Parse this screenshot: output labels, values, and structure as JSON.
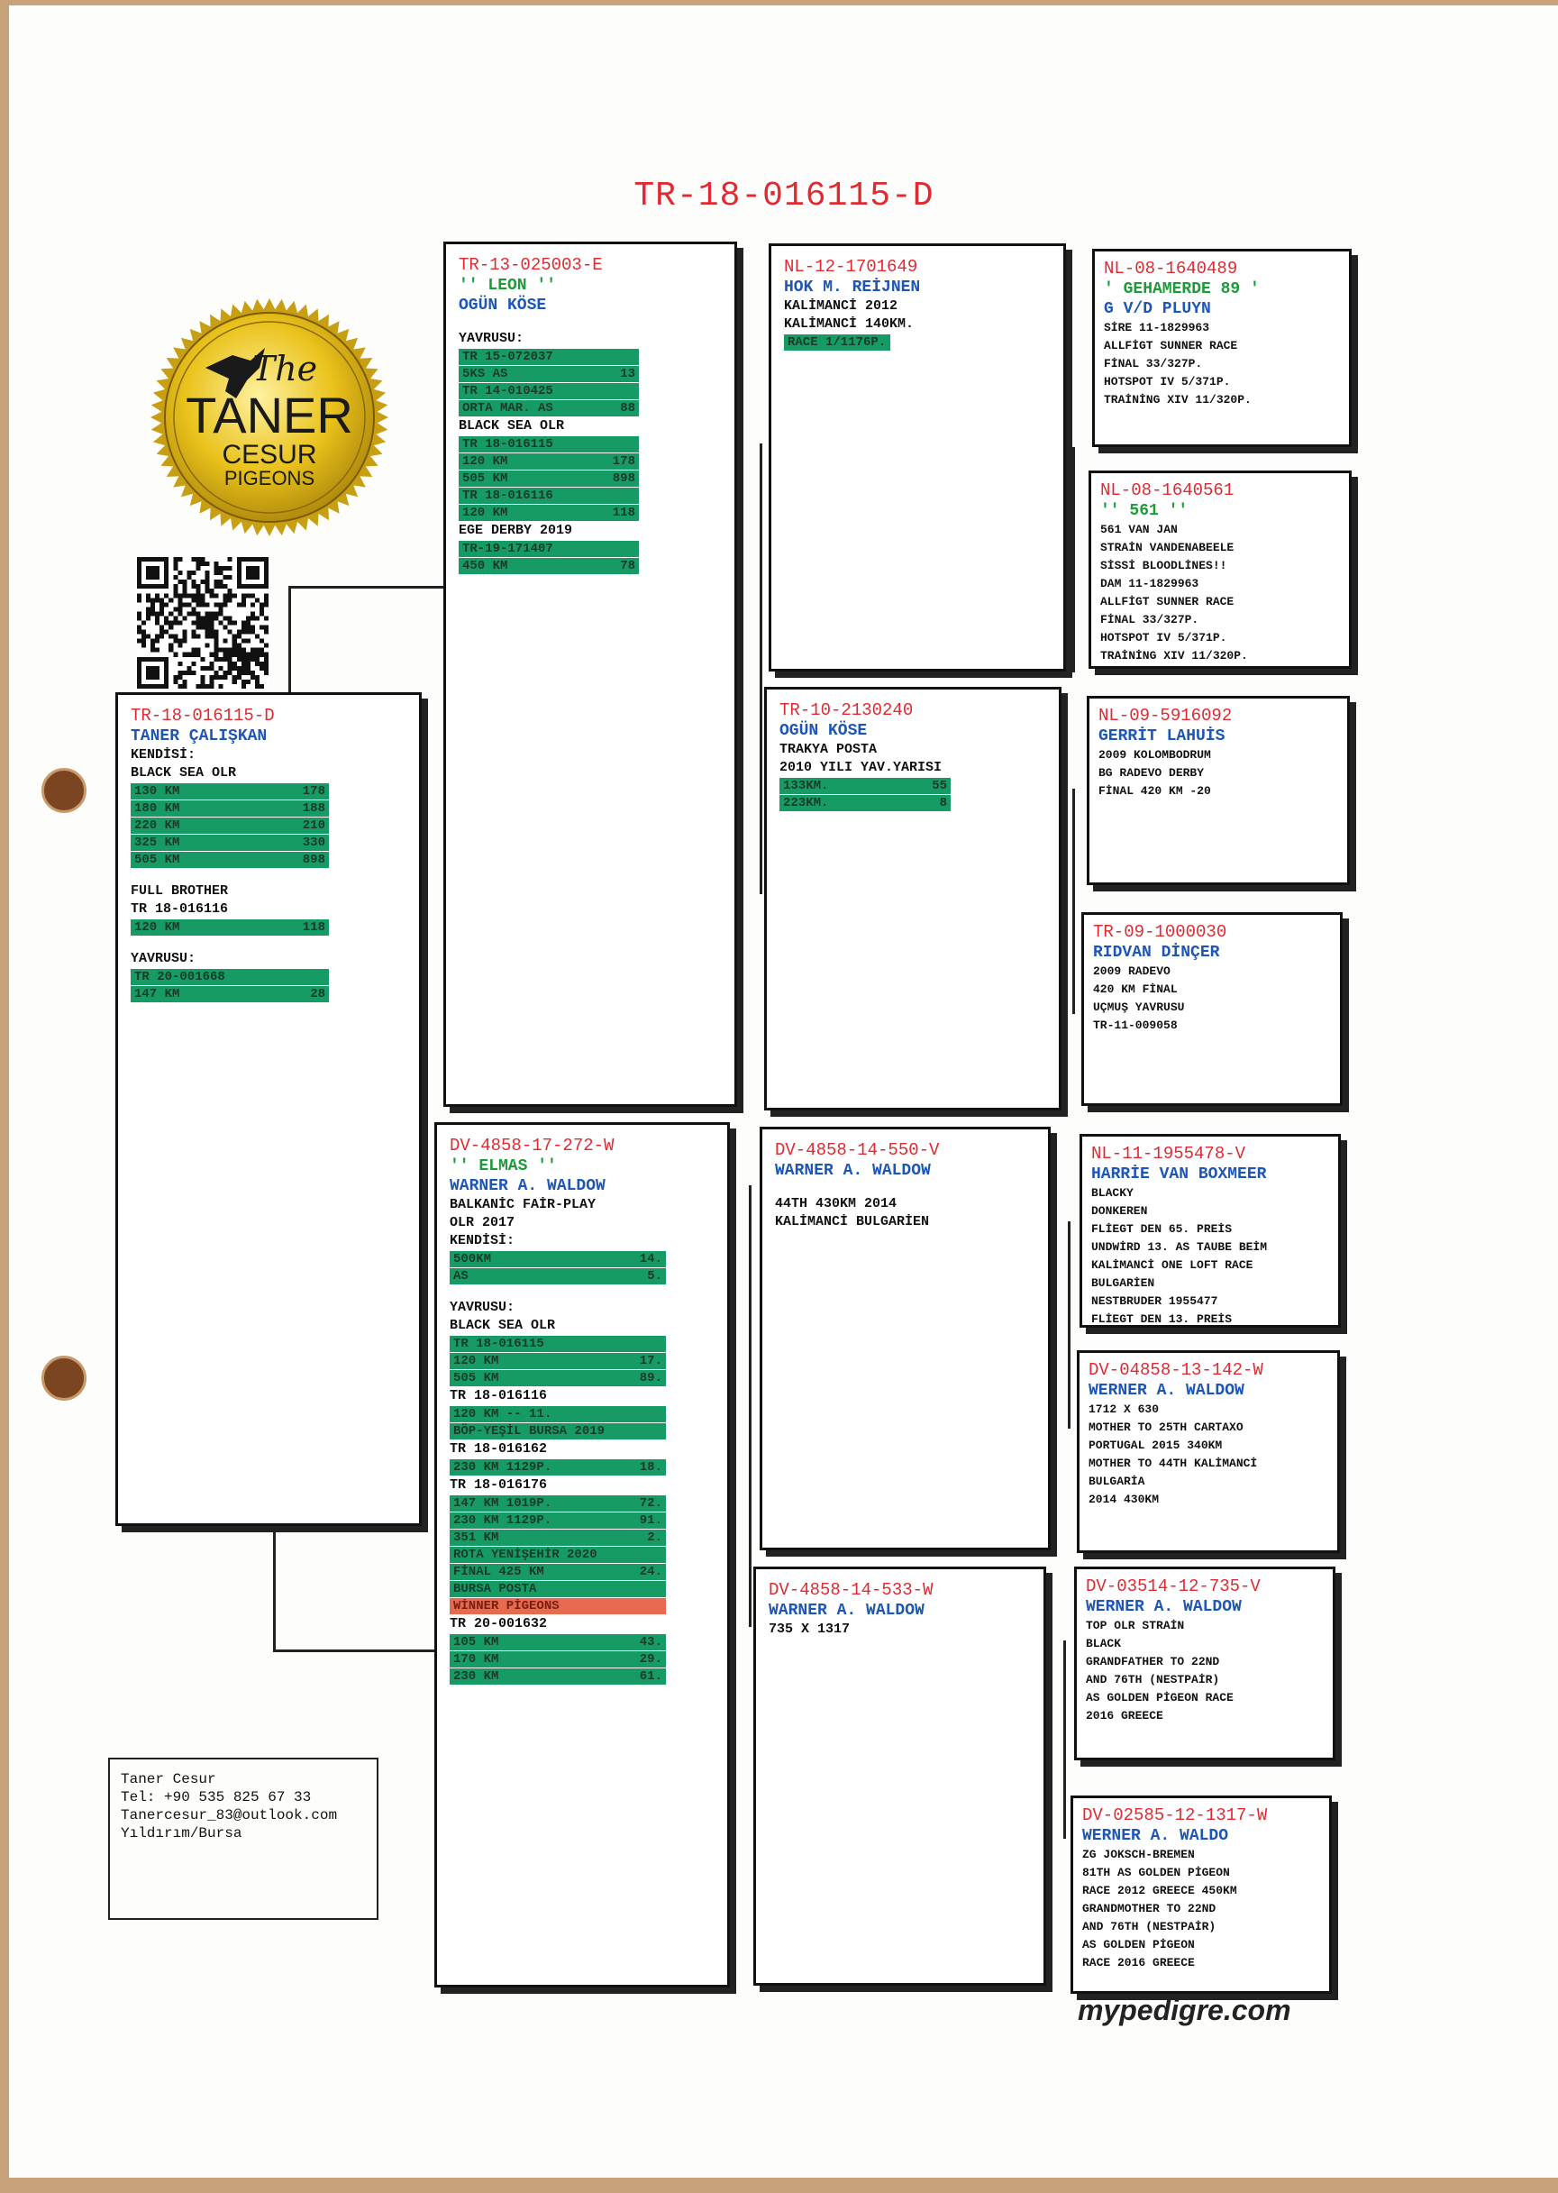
{
  "title": "TR-18-016115-D",
  "logo": {
    "line1": "The",
    "line2": "TANER",
    "line3": "CESUR",
    "line4": "PIGEONS",
    "color": "#e9c21b"
  },
  "contact": {
    "name": "Taner Cesur",
    "tel": "Tel: +90 535 825 67 33",
    "email": "Tanercesur_83@outlook.com",
    "city": "Yıldırım/Bursa"
  },
  "footer": "mypedigre.com",
  "subject": {
    "ring": "TR-18-016115-D",
    "owner": "TANER ÇALIŞKAN",
    "lines": [
      "KENDİSİ:",
      "BLACK SEA OLR"
    ],
    "results": [
      [
        "130 KM",
        "178"
      ],
      [
        "180 KM",
        "188"
      ],
      [
        "220 KM",
        "210"
      ],
      [
        "325 KM",
        "330"
      ],
      [
        "505 KM",
        "898"
      ]
    ],
    "brother_label": "FULL BROTHER",
    "brother_ring": "TR 18-016116",
    "brother_results": [
      [
        "120 KM",
        "118"
      ]
    ],
    "child_label": "YAVRUSU:",
    "child_ring": "TR 20-001668",
    "child_results": [
      [
        "147 KM",
        "28"
      ]
    ]
  },
  "sire": {
    "ring": "TR-13-025003-E",
    "nick": "'' LEON ''",
    "owner": "OGÜN KÖSE",
    "label": "YAVRUSU:",
    "rows": [
      {
        "t": "bar",
        "a": "TR 15-072037",
        "b": ""
      },
      {
        "t": "bar",
        "a": "5KS AS",
        "b": "13"
      },
      {
        "t": "bar",
        "a": "TR 14-010425",
        "b": ""
      },
      {
        "t": "bar",
        "a": "ORTA MAR. AS",
        "b": "88"
      },
      {
        "t": "ln",
        "a": "BLACK SEA OLR"
      },
      {
        "t": "bar",
        "a": "TR 18-016115",
        "b": ""
      },
      {
        "t": "bar",
        "a": "120 KM",
        "b": "178"
      },
      {
        "t": "bar",
        "a": "505 KM",
        "b": "898"
      },
      {
        "t": "bar",
        "a": "TR 18-016116",
        "b": ""
      },
      {
        "t": "bar",
        "a": "120 KM",
        "b": "118"
      },
      {
        "t": "ln",
        "a": "EGE DERBY 2019"
      },
      {
        "t": "bar",
        "a": "TR-19-171407",
        "b": ""
      },
      {
        "t": "bar",
        "a": "450 KM",
        "b": "78"
      }
    ]
  },
  "dam": {
    "ring": "DV-4858-17-272-W",
    "nick": "'' ELMAS ''",
    "owner": "WARNER A. WALDOW",
    "lines": [
      "BALKANİC FAİR-PLAY",
      "OLR 2017",
      "KENDİSİ:"
    ],
    "self_results": [
      [
        "500KM",
        "14."
      ],
      [
        "AS",
        "5."
      ]
    ],
    "label": "YAVRUSU:",
    "rows": [
      {
        "t": "ln",
        "a": "BLACK SEA OLR"
      },
      {
        "t": "bar",
        "a": "TR 18-016115",
        "b": ""
      },
      {
        "t": "bar",
        "a": "120 KM",
        "b": "17."
      },
      {
        "t": "bar",
        "a": "505 KM",
        "b": "89."
      },
      {
        "t": "ln",
        "a": "TR 18-016116"
      },
      {
        "t": "bar",
        "a": "120 KM -- 11.",
        "b": ""
      },
      {
        "t": "bar",
        "a": "BÖP-YEŞİL BURSA 2019",
        "b": ""
      },
      {
        "t": "ln",
        "a": "TR 18-016162"
      },
      {
        "t": "bar",
        "a": "230 KM 1129P.",
        "b": "18."
      },
      {
        "t": "ln",
        "a": "TR 18-016176"
      },
      {
        "t": "bar",
        "a": "147 KM 1019P.",
        "b": "72."
      },
      {
        "t": "bar",
        "a": "230 KM 1129P.",
        "b": "91."
      },
      {
        "t": "bar",
        "a": "351 KM",
        "b": "2."
      },
      {
        "t": "bar",
        "a": "ROTA YENİŞEHİR 2020",
        "b": ""
      },
      {
        "t": "bar",
        "a": "FİNAL 425 KM",
        "b": "24."
      },
      {
        "t": "bar",
        "a": "BURSA POSTA",
        "b": ""
      },
      {
        "t": "red",
        "a": "WİNNER PİGEONS",
        "b": ""
      },
      {
        "t": "ln",
        "a": "TR 20-001632"
      },
      {
        "t": "bar",
        "a": "105 KM",
        "b": "43."
      },
      {
        "t": "bar",
        "a": "170 KM",
        "b": "29."
      },
      {
        "t": "bar",
        "a": "230 KM",
        "b": "61."
      }
    ]
  },
  "gp1": {
    "ring": "NL-12-1701649",
    "owner": "HOK M. REİJNEN",
    "lines": [
      "KALİMANCİ 2012",
      "KALİMANCİ 140KM."
    ],
    "bars": [
      "RACE 1/1176P."
    ]
  },
  "gp2": {
    "ring": "TR-10-2130240",
    "owner": "OGÜN KÖSE",
    "lines": [
      "TRAKYA POSTA",
      "2010 YILI YAV.YARISI"
    ],
    "results": [
      [
        "133KM.",
        "55"
      ],
      [
        "223KM.",
        "8"
      ]
    ]
  },
  "gp3": {
    "ring": "DV-4858-14-550-V",
    "owner": "WARNER A. WALDOW",
    "lines": [
      "44TH 430KM 2014",
      "KALİMANCİ BULGARİEN"
    ]
  },
  "gp4": {
    "ring": "DV-4858-14-533-W",
    "owner": "WARNER A. WALDOW",
    "lines": [
      "735 X 1317"
    ]
  },
  "ggp": [
    {
      "ring": "NL-08-1640489",
      "nick": "' GEHAMERDE 89 '",
      "owner": "G V/D PLUYN",
      "lines": [
        "SİRE 11-1829963",
        "ALLFİGT SUNNER RACE",
        "FİNAL 33/327P.",
        "HOTSPOT IV 5/371P.",
        "TRAİNİNG XIV 11/320P."
      ]
    },
    {
      "ring": "NL-08-1640561",
      "nick": "'' 561 ''",
      "owner": "",
      "lines": [
        "561 VAN JAN",
        "STRAİN VANDENABEELE",
        "SİSSİ BLOODLİNES!!",
        "DAM 11-1829963",
        "ALLFİGT SUNNER RACE",
        "FİNAL 33/327P.",
        "HOTSPOT IV 5/371P.",
        "TRAİNİNG XIV 11/320P."
      ]
    },
    {
      "ring": "NL-09-5916092",
      "nick": "",
      "owner": "GERRİT LAHUİS",
      "lines": [
        "2009 KOLOMBODRUM",
        "BG RADEVO DERBY",
        "FİNAL 420 KM -20"
      ]
    },
    {
      "ring": "TR-09-1000030",
      "nick": "",
      "owner": "RIDVAN DİNÇER",
      "lines": [
        "2009 RADEVO",
        "420 KM FİNAL",
        "UÇMUŞ YAVRUSU",
        "TR-11-009058"
      ]
    },
    {
      "ring": "NL-11-1955478-V",
      "nick": "",
      "owner": "HARRİE VAN BOXMEER",
      "lines": [
        "BLACKY",
        "DONKEREN",
        "FLİEGT DEN 65. PREİS",
        "UNDWİRD 13. AS TAUBE BEİM",
        "KALİMANCİ ONE LOFT RACE",
        "BULGARİEN",
        "NESTBRUDER 1955477",
        "FLİEGT DEN 13. PREİS"
      ]
    },
    {
      "ring": "DV-04858-13-142-W",
      "nick": "",
      "owner": "WERNER A. WALDOW",
      "lines": [
        "1712 X 630",
        "MOTHER TO 25TH CARTAXO",
        "PORTUGAL 2015 340KM",
        "MOTHER TO 44TH KALİMANCİ",
        "BULGARİA",
        "2014 430KM"
      ]
    },
    {
      "ring": "DV-03514-12-735-V",
      "nick": "",
      "owner": "WERNER A. WALDOW",
      "lines": [
        "TOP OLR STRAİN",
        "BLACK",
        "GRANDFATHER TO 22ND",
        "AND 76TH (NESTPAİR)",
        "AS GOLDEN PİGEON RACE",
        "2016 GREECE"
      ]
    },
    {
      "ring": "DV-02585-12-1317-W",
      "nick": "",
      "owner": "WERNER A. WALDO",
      "lines": [
        "ZG JOKSCH-BREMEN",
        "81TH AS GOLDEN PİGEON",
        "RACE 2012 GREECE 450KM",
        "GRANDMOTHER TO 22ND",
        "AND 76TH (NESTPAİR)",
        "AS GOLDEN PİGEON",
        "RACE 2016 GREECE"
      ]
    }
  ]
}
